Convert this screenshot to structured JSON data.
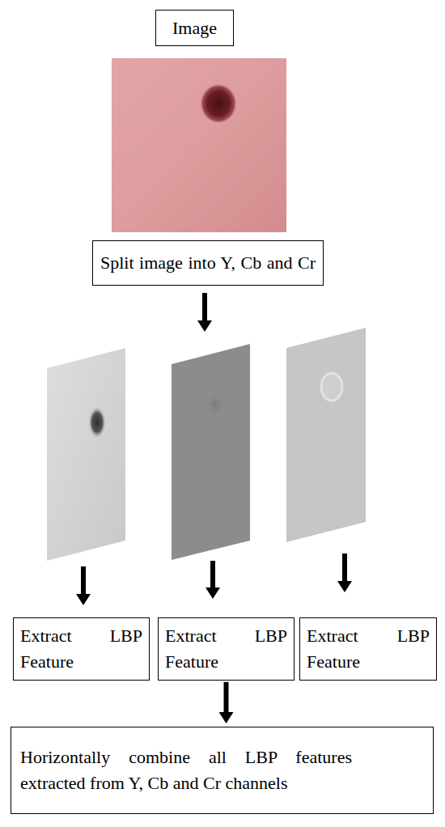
{
  "diagram": {
    "nodes": [
      {
        "text": [
          "Image"
        ]
      },
      {
        "text": [
          "Split image into Y, Cb and Cr"
        ]
      },
      {
        "text": [
          "Extract LBP Feature"
        ]
      },
      {
        "text": [
          "Extract LBP Feature"
        ]
      },
      {
        "text": [
          "Extract LBP Feature"
        ]
      },
      {
        "text": [
          "Horizontally combine all LBP features extracted from Y, Cb and Cr channels"
        ]
      }
    ],
    "edges": [
      {
        "from": 3,
        "to": 5,
        "arrow": "to"
      }
    ]
  }
}
